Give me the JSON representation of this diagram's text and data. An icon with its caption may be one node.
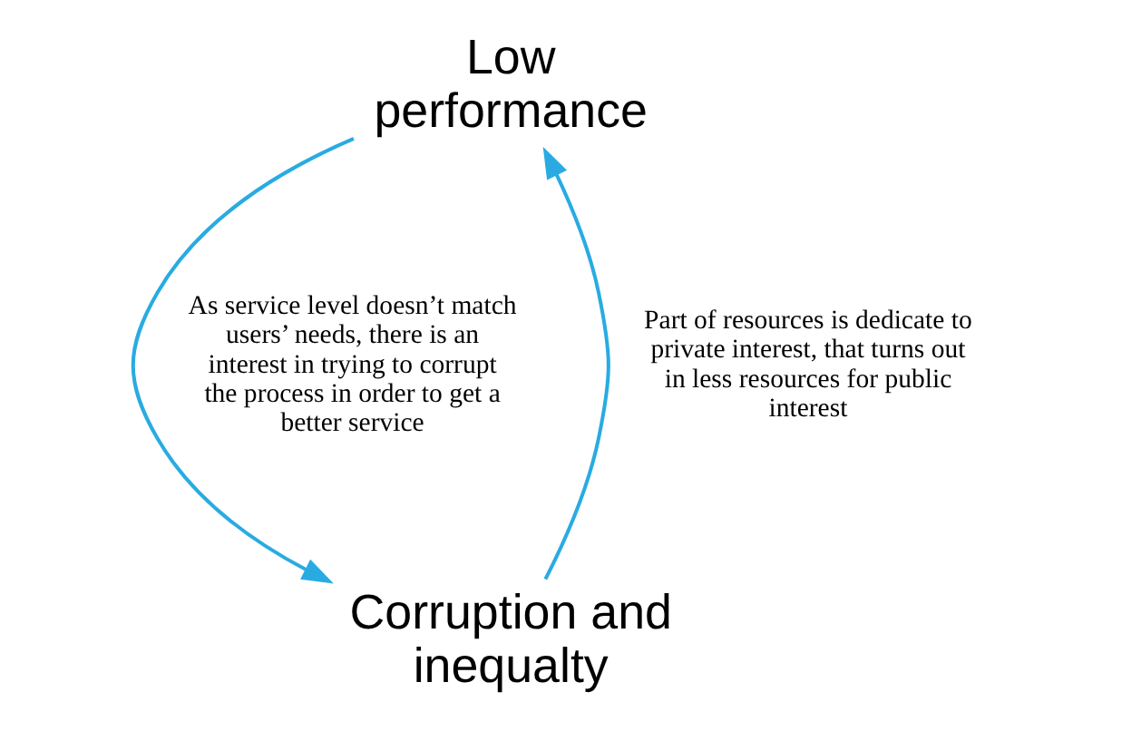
{
  "diagram": {
    "nodes": [
      {
        "text": [
          "Low performance"
        ]
      },
      {
        "text": [
          "Corruption and inequalty"
        ]
      }
    ],
    "edges": [
      {
        "from": 1,
        "to": 0,
        "arrow": "to",
        "label": "Part of resources is dedicate to private interest, that turns out in less resources for public interest"
      },
      {
        "from": 0,
        "to": 1,
        "arrow": "to",
        "label": "As service level doesn’t match users’ needs, there is an interest in trying to corrupt the process in order to get a better service"
      }
    ]
  }
}
